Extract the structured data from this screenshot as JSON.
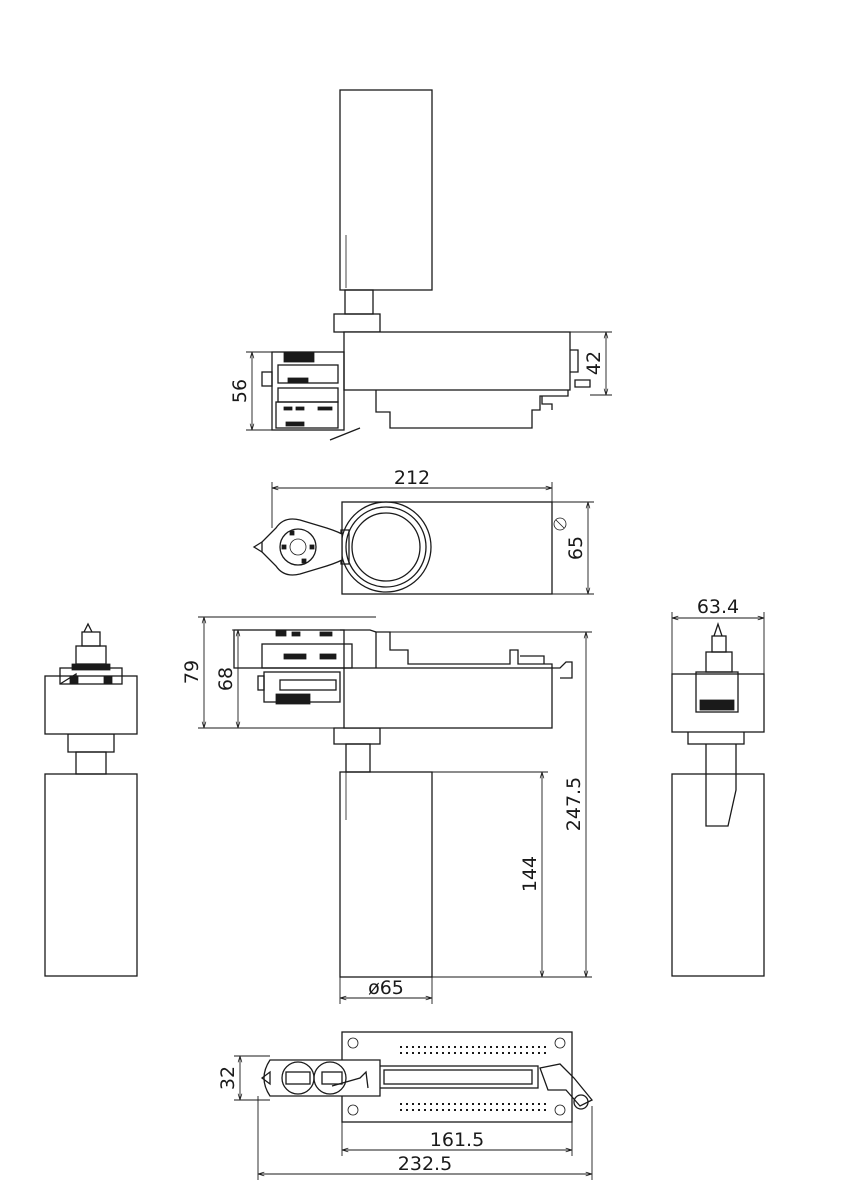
{
  "dimensions": {
    "side_height": "56",
    "side_body_height": "42",
    "top_width": "212",
    "top_height": "65",
    "front_overall_height": "79",
    "front_adapter_height": "68",
    "right_width": "63.4",
    "overall_height": "247.5",
    "head_length": "144",
    "head_diameter": "ø65",
    "bottom_adapter_height": "32",
    "bottom_body_length": "161.5",
    "bottom_overall_length": "232.5"
  }
}
